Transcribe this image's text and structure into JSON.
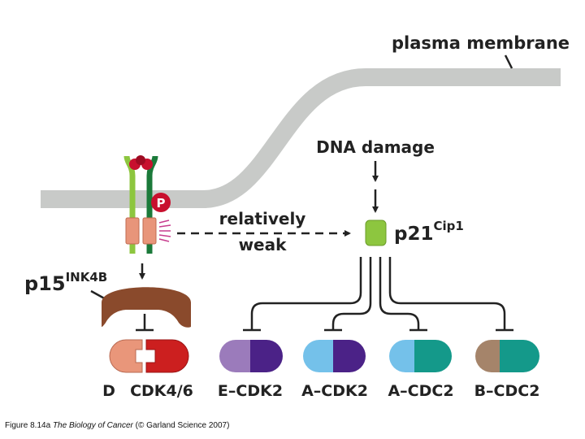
{
  "labels": {
    "plasma_membrane": "plasma membrane",
    "dna_damage": "DNA damage",
    "relatively": "relatively",
    "weak": "weak",
    "p21_main": "p21",
    "p21_sup": "Cip1",
    "p15_main": "p15",
    "p15_sup": "INK4B",
    "phospho": "P"
  },
  "complexes": [
    {
      "label": "D",
      "color_left": "#e9967a",
      "color_right": "#cc1f1f"
    },
    {
      "label": "CDK4/6"
    },
    {
      "label": "E–CDK2",
      "color_left": "#9b7bbb",
      "color_right": "#4b2287"
    },
    {
      "label": "A–CDK2",
      "color_left": "#74c1ea",
      "color_right": "#4b2287"
    },
    {
      "label": "A–CDC2",
      "color_left": "#74c1ea",
      "color_right": "#14998a"
    },
    {
      "label": "B–CDC2",
      "color_left": "#a5846a",
      "color_right": "#14998a"
    }
  ],
  "caption": {
    "prefix": "Figure 8.14a ",
    "book": "The Biology of Cancer",
    "suffix": " (© Garland Science 2007)"
  },
  "colors": {
    "membrane": "#c8cac8",
    "receptor_light": "#8dc63f",
    "receptor_dark": "#1b7a3a",
    "receptor_segment": "#e8957a",
    "ligand": "#c8102e",
    "p21": "#8dc63f",
    "p15": "#8a4a2c",
    "arrow": "#222222"
  }
}
